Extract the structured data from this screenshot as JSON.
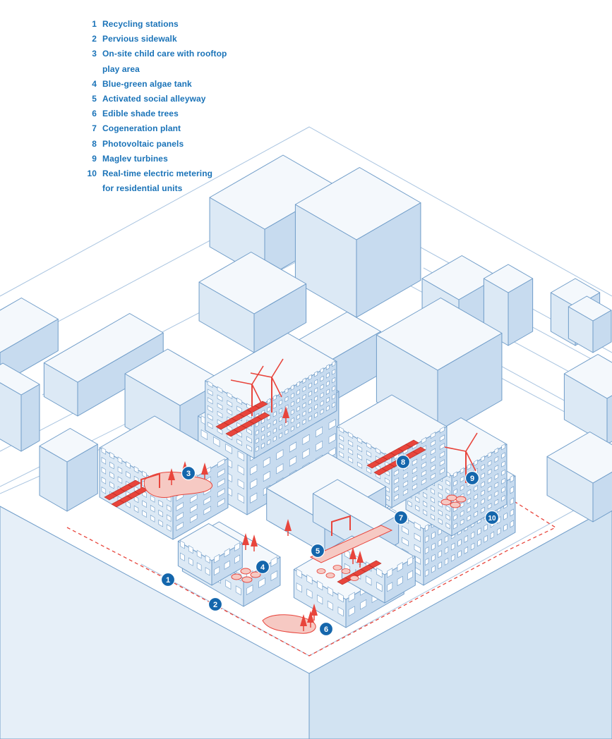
{
  "legend": [
    {
      "num": "1",
      "lines": [
        "Recycling stations"
      ]
    },
    {
      "num": "2",
      "lines": [
        "Pervious sidewalk"
      ]
    },
    {
      "num": "3",
      "lines": [
        "On-site child care with rooftop",
        "play area"
      ]
    },
    {
      "num": "4",
      "lines": [
        "Blue-green algae tank"
      ]
    },
    {
      "num": "5",
      "lines": [
        "Activated social alleyway"
      ]
    },
    {
      "num": "6",
      "lines": [
        "Edible shade trees"
      ]
    },
    {
      "num": "7",
      "lines": [
        "Cogeneration plant"
      ]
    },
    {
      "num": "8",
      "lines": [
        "Photovoltaic panels"
      ]
    },
    {
      "num": "9",
      "lines": [
        "Maglev turbines"
      ]
    },
    {
      "num": "10",
      "lines": [
        "Real-time electric metering",
        "for residential units"
      ]
    }
  ],
  "markers": [
    "1",
    "2",
    "3",
    "4",
    "5",
    "6",
    "7",
    "8",
    "9",
    "10"
  ],
  "colors": {
    "label_blue": "#1a73b8",
    "marker_blue": "#1466ac",
    "line_blue": "#6f9cc8",
    "face_top": "#f4f8fc",
    "face_left": "#dce9f5",
    "face_right": "#c7dbef",
    "accent_red": "#e8453c",
    "accent_pink": "#f6c9c3"
  }
}
